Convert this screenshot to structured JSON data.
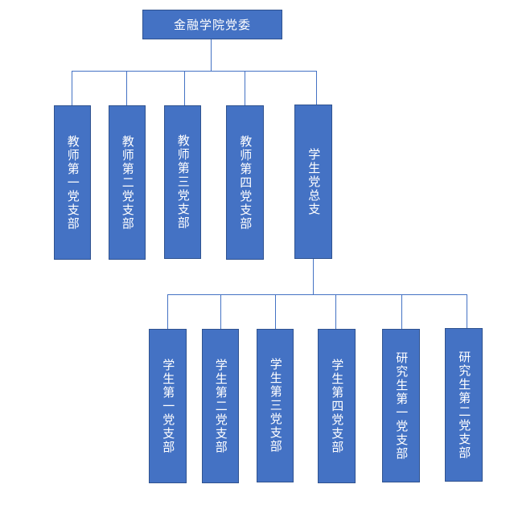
{
  "root": {
    "label": "金融学院党委"
  },
  "teacher_branches": [
    {
      "label": "教师第一党支部"
    },
    {
      "label": "教师第二党支部"
    },
    {
      "label": "教师第三党支部"
    },
    {
      "label": "教师第四党支部"
    }
  ],
  "student_general": {
    "label": "学生党总支"
  },
  "student_branches": [
    {
      "label": "学生第一党支部"
    },
    {
      "label": "学生第二党支部"
    },
    {
      "label": "学生第三党支部"
    },
    {
      "label": "学生第四党支部"
    },
    {
      "label": "研究生第一党支部"
    },
    {
      "label": "研究生第二党支部"
    }
  ],
  "colors": {
    "node_fill": "#4472c4",
    "node_border": "#2f528f",
    "text": "#ffffff",
    "connector": "#4472c4"
  }
}
